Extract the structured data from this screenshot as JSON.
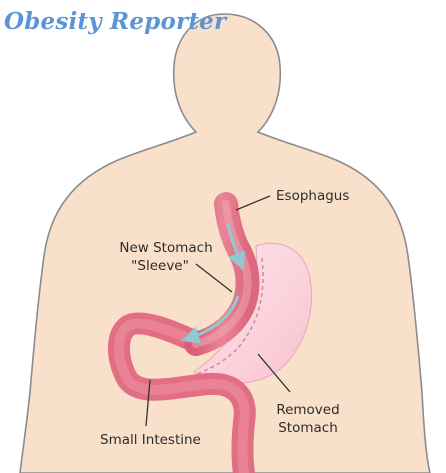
{
  "brand": {
    "name": "Obesity Reporter",
    "color": "#5b95d6"
  },
  "labels": {
    "esophagus": "Esophagus",
    "new_stomach_line1": "New Stomach",
    "new_stomach_line2": "\"Sleeve\"",
    "removed_line1": "Removed",
    "removed_line2": "Stomach",
    "small_intestine": "Small Intestine"
  },
  "colors": {
    "body_skin": "#f8e0cb",
    "body_outline": "#8c8c8c",
    "sleeve": "#e4788b",
    "sleeve_light": "#f0a3b1",
    "removed_stomach": "#fbd4dd",
    "arrow": "#8fc9d1",
    "dashed_line": "#d98b9c"
  }
}
